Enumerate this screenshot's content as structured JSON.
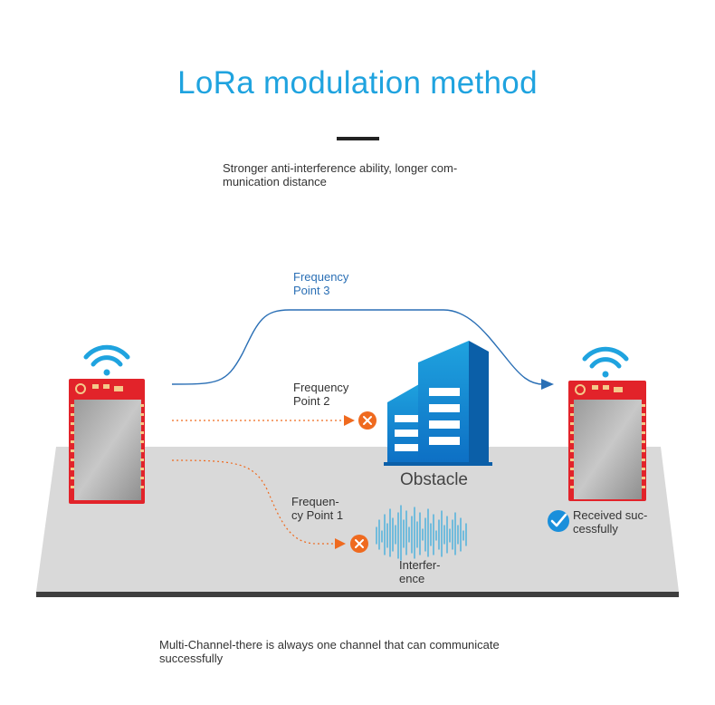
{
  "title": "LoRa modulation method",
  "subtitle": "Stronger anti-interference ability, longer com-\nmunication distance",
  "diagram": {
    "channels": [
      {
        "label": "Frequency\nPoint 3",
        "status": "success"
      },
      {
        "label": "Frequency\nPoint 2",
        "status": "blocked"
      },
      {
        "label": "Frequen-\ncy Point 1",
        "status": "blocked"
      }
    ],
    "obstacle_label": "Obstacle",
    "interference_label": "Interfer-\nence",
    "received_label": "Received suc-\ncessfully"
  },
  "caption": "Multi-Channel-there is always one channel that can communicate\nsuccessfully",
  "colors": {
    "title": "#1fa3df",
    "path_success": "#2a6fb5",
    "path_blocked": "#ef6a1f",
    "module_red": "#e2232a",
    "wifi": "#1fa3df",
    "floor": "#d9d9d9",
    "building": "#1a8fdb"
  },
  "icons": [
    "wifi-icon",
    "fail-x-icon",
    "checkmark-icon",
    "building-icon",
    "waveform-icon"
  ]
}
